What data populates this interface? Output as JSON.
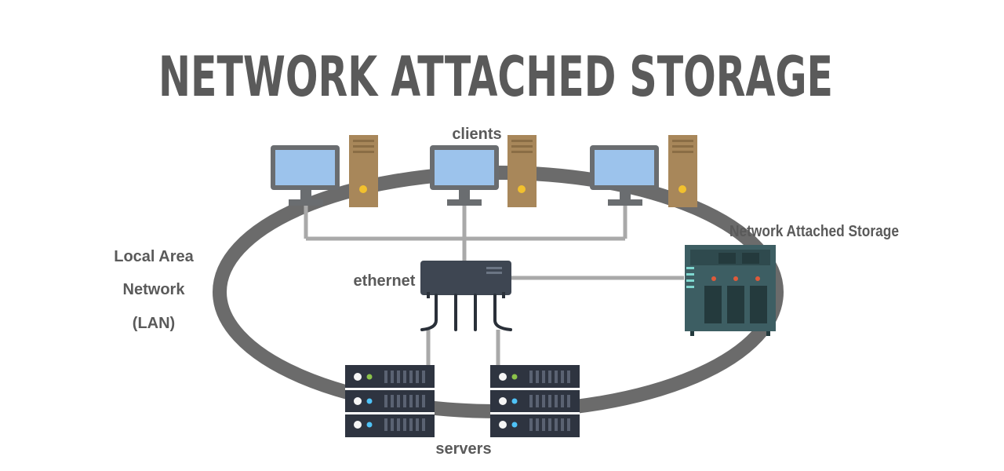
{
  "title": "NETWORK ATTACHED STORAGE",
  "labels": {
    "clients": "clients",
    "lan_line1": "Local Area",
    "lan_line2": "Network",
    "lan_line3": "(LAN)",
    "ethernet": "ethernet",
    "nas": "Network Attached Storage",
    "servers": "servers"
  },
  "colors": {
    "text": "#5a5a5a",
    "ring": "#6b6b6b",
    "cable": "#a9a9a9",
    "monitor_frame": "#6a6d70",
    "monitor_screen": "#9cc3ec",
    "tower": "#a8875a",
    "tower_light": "#f2c12e",
    "switch": "#3e4652",
    "nas_body": "#3d5e63",
    "server_body": "#2e3440",
    "led_green": "#8bc34a",
    "led_blue": "#4fc3f7"
  }
}
